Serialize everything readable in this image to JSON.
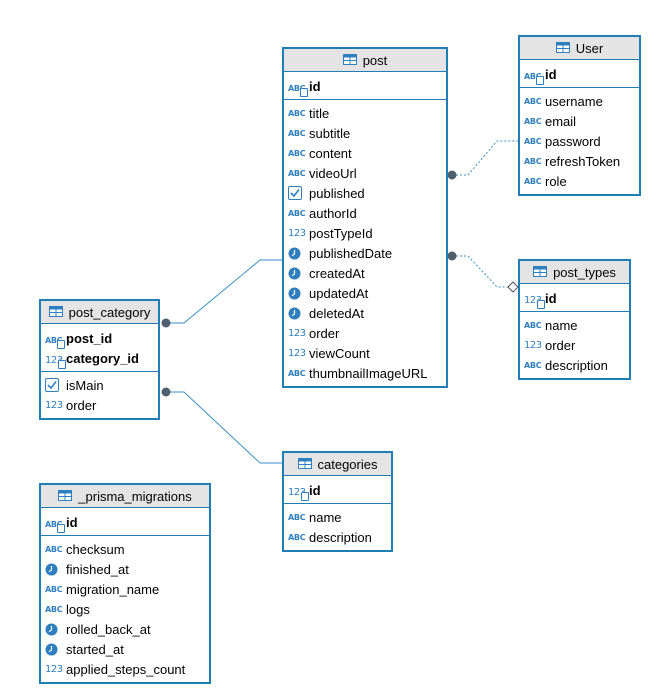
{
  "icons": {
    "table": "table-icon",
    "text_type": "abc-type-icon",
    "numeric_type": "number-type-icon",
    "boolean_type": "checkbox-type-icon",
    "datetime_type": "clock-type-icon",
    "key_badge": "key-icon"
  },
  "colors": {
    "border": "#1f7fb5",
    "header_bg": "#e4e4e4",
    "icon": "#2f7fbf",
    "link": "#3a8fc6"
  },
  "type_glyphs": {
    "text": "ABC",
    "number": "123"
  },
  "entities": {
    "post": {
      "name": "post",
      "pk": [
        {
          "name": "id",
          "type": "text",
          "key": true
        }
      ],
      "columns": [
        {
          "name": "title",
          "type": "text"
        },
        {
          "name": "subtitle",
          "type": "text"
        },
        {
          "name": "content",
          "type": "text"
        },
        {
          "name": "videoUrl",
          "type": "text"
        },
        {
          "name": "published",
          "type": "boolean"
        },
        {
          "name": "authorId",
          "type": "text"
        },
        {
          "name": "postTypeId",
          "type": "number"
        },
        {
          "name": "publishedDate",
          "type": "datetime"
        },
        {
          "name": "createdAt",
          "type": "datetime"
        },
        {
          "name": "updatedAt",
          "type": "datetime"
        },
        {
          "name": "deletedAt",
          "type": "datetime"
        },
        {
          "name": "order",
          "type": "number"
        },
        {
          "name": "viewCount",
          "type": "number"
        },
        {
          "name": "thumbnailImageURL",
          "type": "text"
        }
      ]
    },
    "user": {
      "name": "User",
      "pk": [
        {
          "name": "id",
          "type": "text",
          "key": true
        }
      ],
      "columns": [
        {
          "name": "username",
          "type": "text"
        },
        {
          "name": "email",
          "type": "text"
        },
        {
          "name": "password",
          "type": "text"
        },
        {
          "name": "refreshToken",
          "type": "text"
        },
        {
          "name": "role",
          "type": "text"
        }
      ]
    },
    "post_types": {
      "name": "post_types",
      "pk": [
        {
          "name": "id",
          "type": "number",
          "key": true
        }
      ],
      "columns": [
        {
          "name": "name",
          "type": "text"
        },
        {
          "name": "order",
          "type": "number"
        },
        {
          "name": "description",
          "type": "text"
        }
      ]
    },
    "post_category": {
      "name": "post_category",
      "pk": [
        {
          "name": "post_id",
          "type": "text",
          "key": true
        },
        {
          "name": "category_id",
          "type": "number",
          "key": true
        }
      ],
      "columns": [
        {
          "name": "isMain",
          "type": "boolean"
        },
        {
          "name": "order",
          "type": "number"
        }
      ]
    },
    "categories": {
      "name": "categories",
      "pk": [
        {
          "name": "id",
          "type": "number",
          "key": true
        }
      ],
      "columns": [
        {
          "name": "name",
          "type": "text"
        },
        {
          "name": "description",
          "type": "text"
        }
      ]
    },
    "prisma_migrations": {
      "name": "_prisma_migrations",
      "pk": [
        {
          "name": "id",
          "type": "text",
          "key": true
        }
      ],
      "columns": [
        {
          "name": "checksum",
          "type": "text"
        },
        {
          "name": "finished_at",
          "type": "datetime"
        },
        {
          "name": "migration_name",
          "type": "text"
        },
        {
          "name": "logs",
          "type": "text"
        },
        {
          "name": "rolled_back_at",
          "type": "datetime"
        },
        {
          "name": "started_at",
          "type": "datetime"
        },
        {
          "name": "applied_steps_count",
          "type": "number"
        }
      ]
    }
  },
  "relationships": [
    {
      "from": "post",
      "to": "User",
      "style": "dashed"
    },
    {
      "from": "post",
      "to": "post_types",
      "style": "dashed",
      "optional": true
    },
    {
      "from": "post_category",
      "to": "post",
      "style": "solid"
    },
    {
      "from": "post_category",
      "to": "categories",
      "style": "solid"
    }
  ]
}
